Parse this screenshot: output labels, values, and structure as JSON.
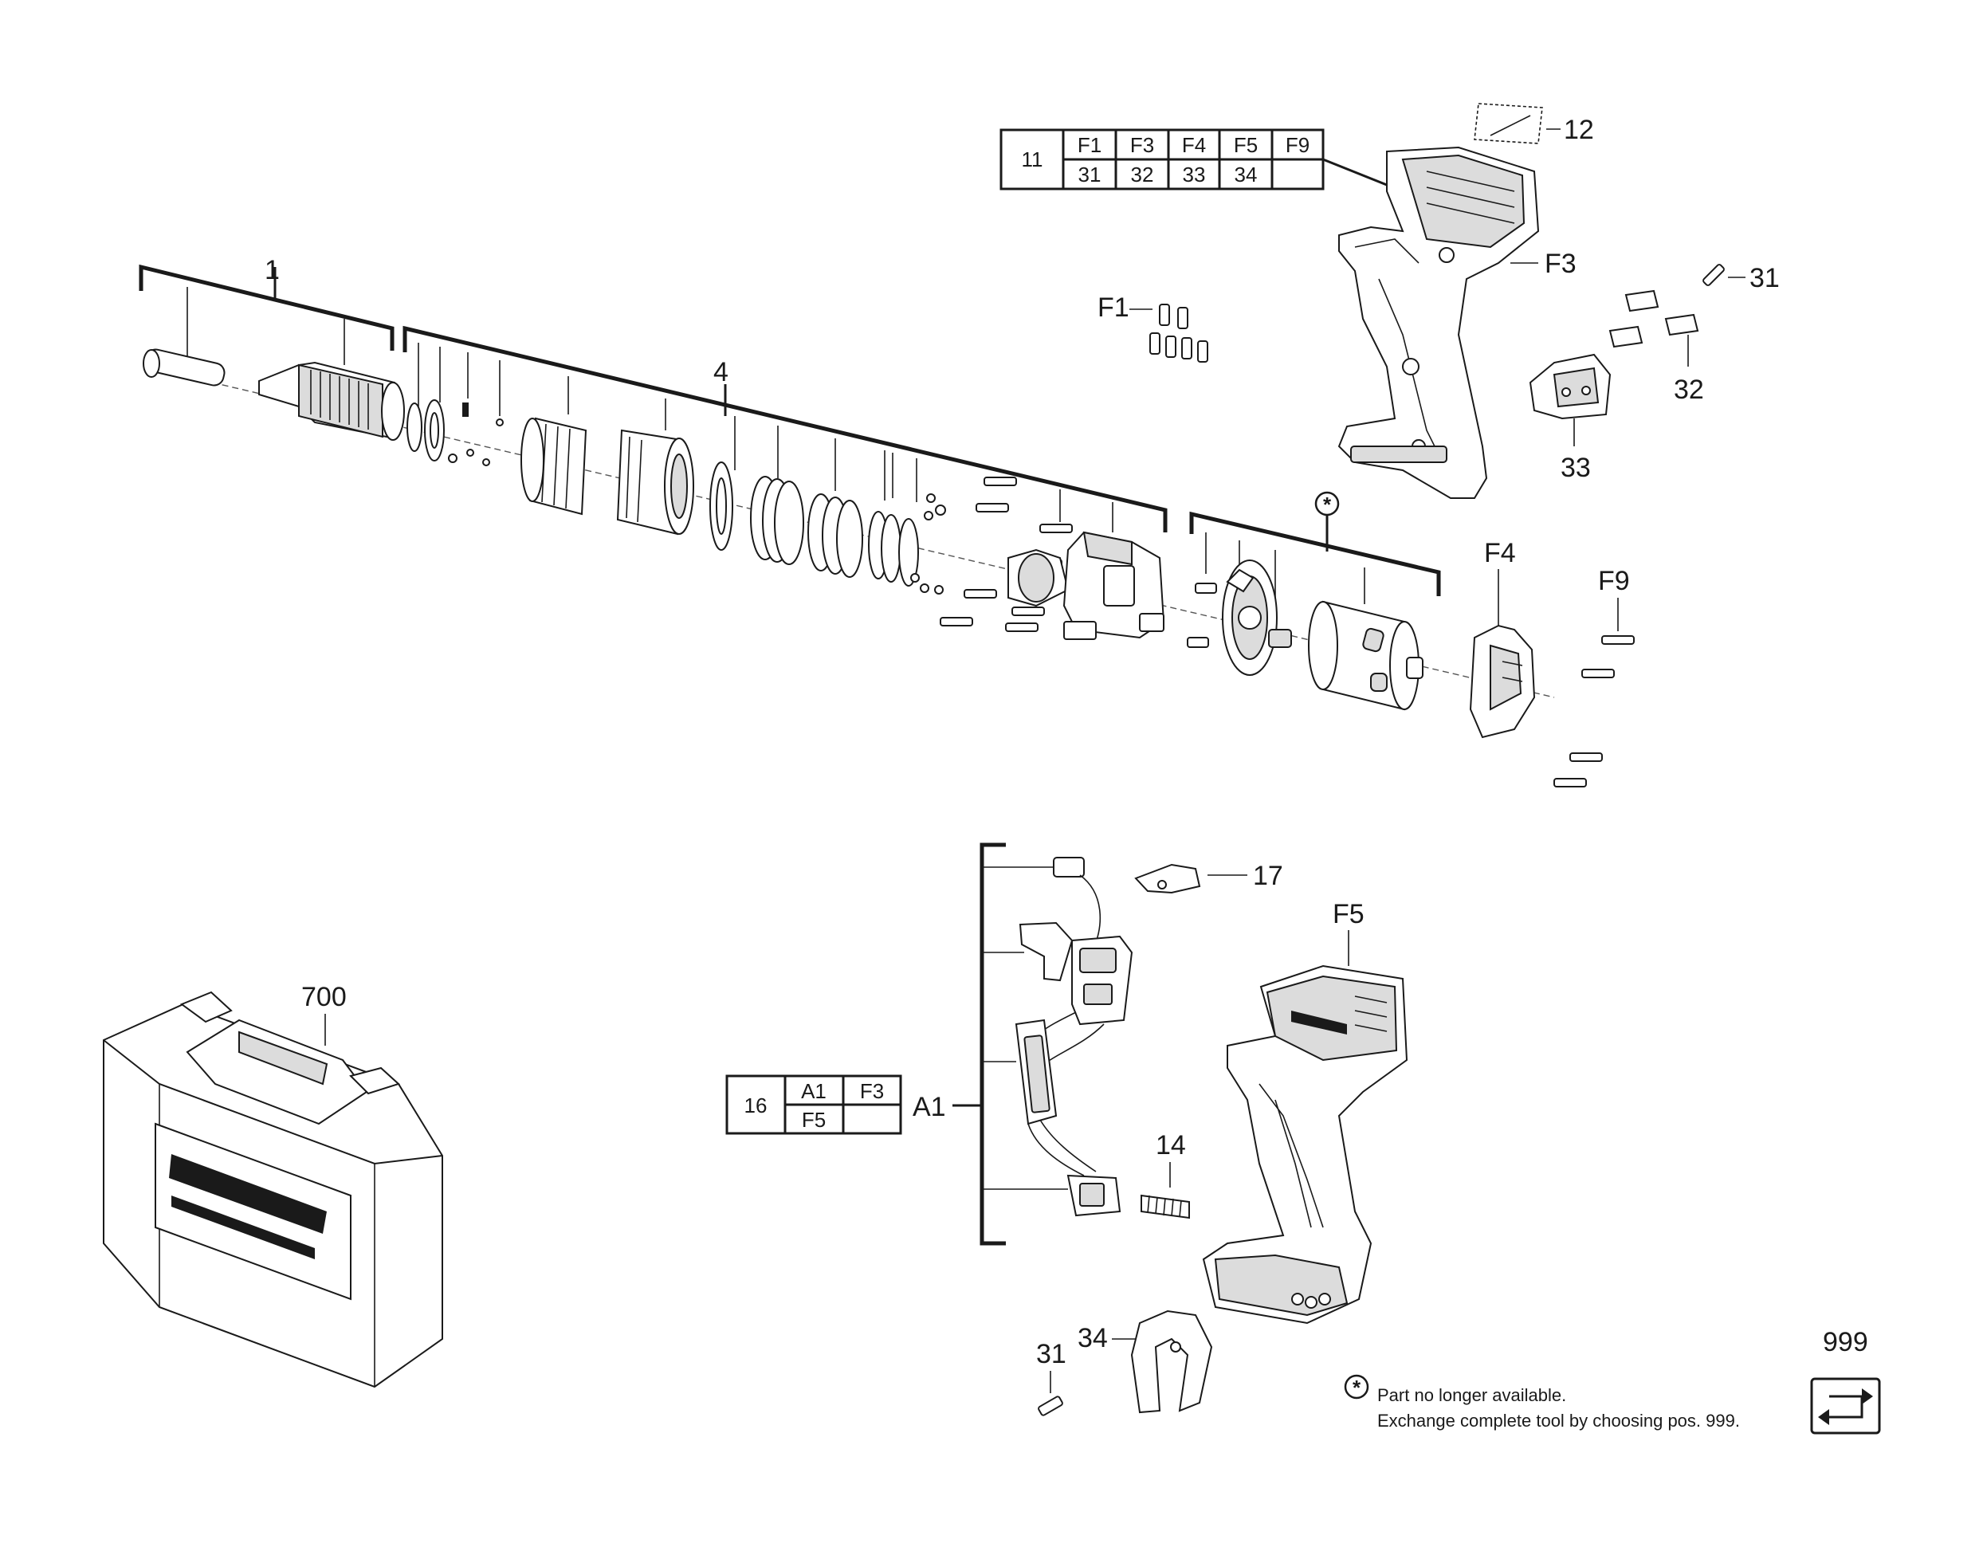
{
  "labels": {
    "p1": "1",
    "p4": "4",
    "p12": "12",
    "f3": "F3",
    "p31a": "31",
    "f1": "F1",
    "p32": "32",
    "p33": "33",
    "f4": "F4",
    "f9": "F9",
    "p17": "17",
    "f5": "F5",
    "p700": "700",
    "a1": "A1",
    "p14": "14",
    "p31b": "31",
    "p34": "34",
    "p999": "999"
  },
  "table_11": {
    "id": "11",
    "row1": [
      "F1",
      "F3",
      "F4",
      "F5",
      "F9"
    ],
    "row2": [
      "31",
      "32",
      "33",
      "34",
      ""
    ]
  },
  "table_16": {
    "id": "16",
    "row1": [
      "A1",
      "F3"
    ],
    "row2": [
      "F5",
      ""
    ]
  },
  "note": {
    "line1": "Part no longer available.",
    "line2": "Exchange complete tool by choosing pos. 999."
  },
  "icons": [
    "asterisk-circle-icon",
    "exchange-arrow-icon"
  ]
}
